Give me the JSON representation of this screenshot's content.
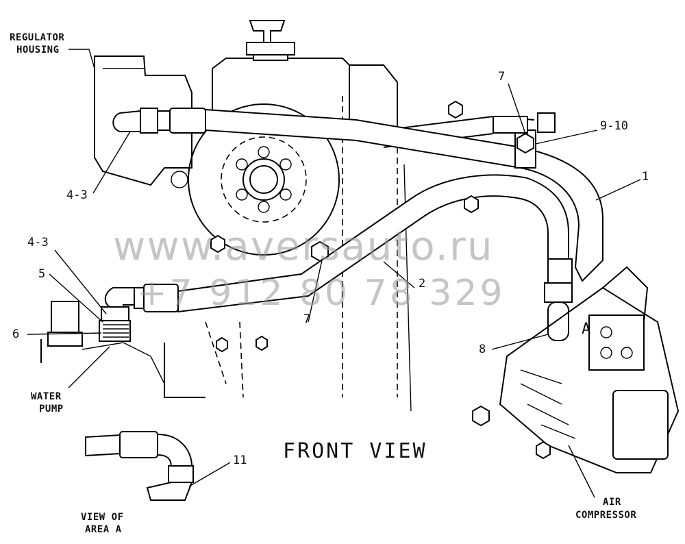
{
  "title": "FRONT VIEW",
  "labels": {
    "regulator_housing_1": "REGULATOR",
    "regulator_housing_2": "HOUSING",
    "water_pump_1": "WATER",
    "water_pump_2": "PUMP",
    "air_compressor_1": "AIR",
    "air_compressor_2": "COMPRESSOR",
    "view_of_area_a_1": "VIEW OF",
    "view_of_area_a_2": "AREA A",
    "area_a": "A"
  },
  "callouts": {
    "c_7_top": "7",
    "c_9_10": "9-10",
    "c_1": "1",
    "c_4_3_upper": "4-3",
    "c_4_3_lower": "4-3",
    "c_5": "5",
    "c_6": "6",
    "c_2": "2",
    "c_7_mid": "7",
    "c_8": "8",
    "c_11": "11"
  },
  "watermark": {
    "url": "www.aversauto.ru",
    "phone": "+7 912 80 78 329"
  }
}
